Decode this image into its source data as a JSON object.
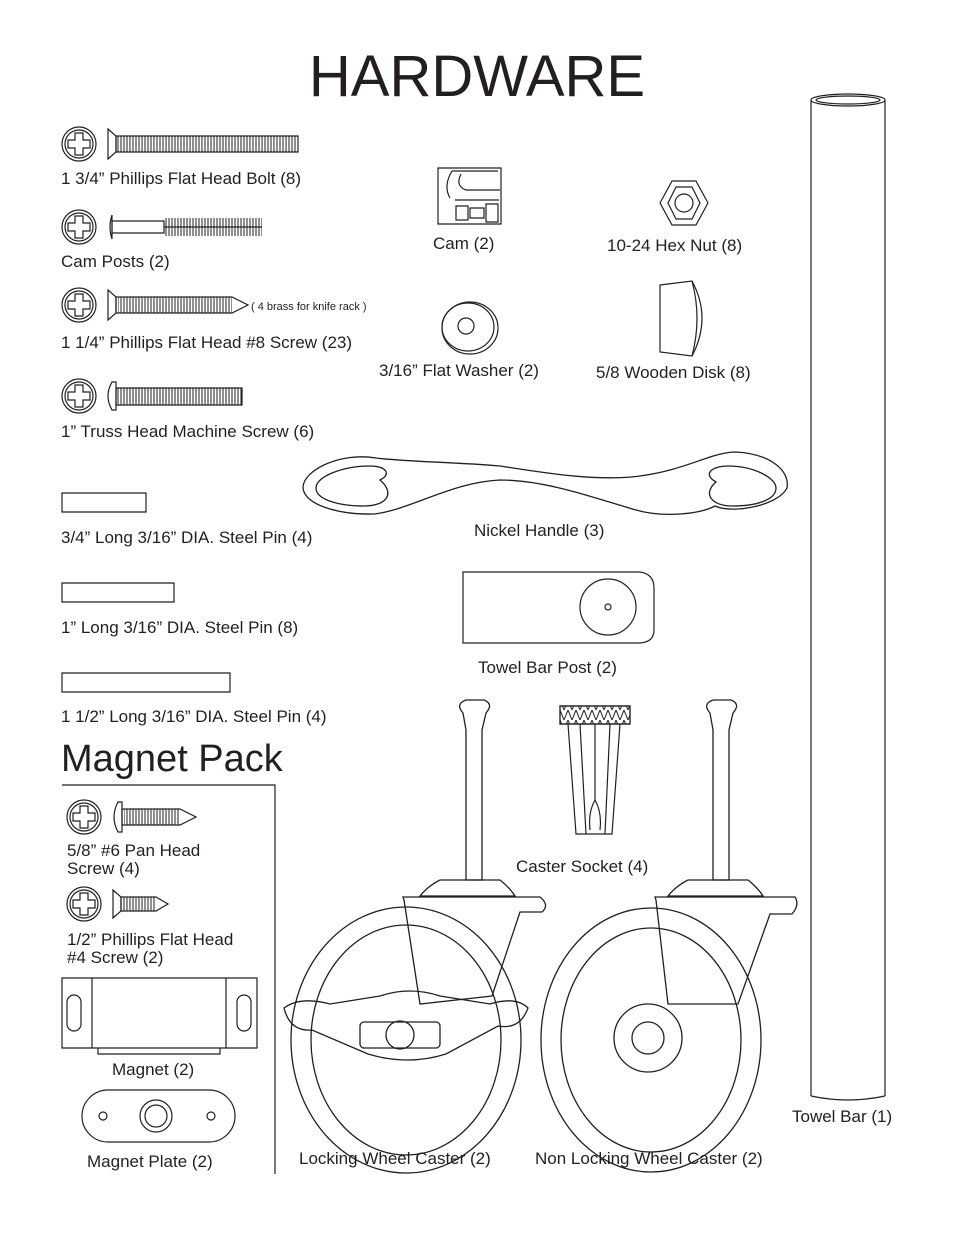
{
  "page": {
    "title": "HARDWARE",
    "section_title": "Magnet Pack"
  },
  "parts": {
    "flat_head_bolt": "1 3/4” Phillips Flat Head Bolt (8)",
    "cam_posts": "Cam Posts (2)",
    "flat_head_screw": "1 1/4” Phillips Flat Head #8 Screw (23)",
    "flat_head_screw_note": "( 4 brass for knife rack )",
    "truss_head_screw": "1” Truss Head Machine Screw (6)",
    "pin_3_4": "3/4” Long 3/16” DIA. Steel Pin (4)",
    "pin_1": "1” Long 3/16” DIA. Steel Pin (8)",
    "pin_1_1_2": "1 1/2” Long 3/16” DIA. Steel Pin (4)",
    "cam": "Cam (2)",
    "hex_nut": "10-24 Hex Nut (8)",
    "flat_washer": "3/16” Flat Washer (2)",
    "wooden_disk": "5/8 Wooden Disk (8)",
    "nickel_handle": "Nickel Handle (3)",
    "towel_bar_post": "Towel Bar Post (2)",
    "caster_socket": "Caster Socket (4)",
    "locking_caster": "Locking Wheel Caster (2)",
    "non_locking_caster": "Non Locking Wheel Caster (2)",
    "towel_bar": "Towel Bar (1)"
  },
  "magnet_pack": {
    "pan_head_screw": "5/8” #6 Pan Head\nScrew (4)",
    "flat_head_4_screw": "1/2” Phillips Flat Head\n#4 Screw (2)",
    "magnet": "Magnet (2)",
    "magnet_plate": "Magnet Plate (2)"
  },
  "colors": {
    "ink": "#231f20",
    "paper": "#ffffff"
  }
}
